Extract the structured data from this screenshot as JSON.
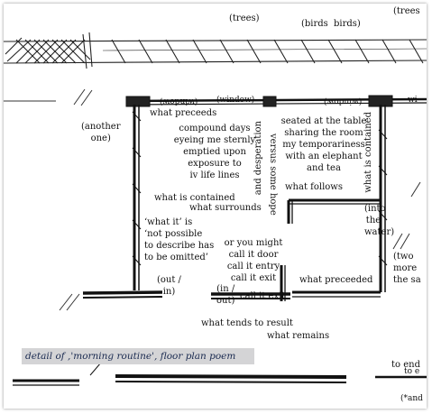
{
  "top_labels": {
    "trees": "(trees)",
    "birds": "(birds",
    "birds_close": "birds)",
    "trees_right": "(trees"
  },
  "windows": {
    "left": "(window)",
    "middle": "(window)",
    "right": "(window)",
    "edge": "wi"
  },
  "left_room": {
    "another": "(another\none)"
  },
  "phrases": {
    "what_preceeds": "what preceeds",
    "stanza1": "compound days\neyeing me sternly\nemptied upon\nexposure to\niv life lines",
    "vertical": "versus some hope",
    "vertical2": "and desperation",
    "stanza2": "seated at the table\nsharing the room\nmy temporariness\nwith an elephant\nand tea",
    "what_is_contained_vertical": "what is contained",
    "what_follows": "what follows",
    "what_is_contained": "what is contained",
    "what_surrounds": "what surrounds",
    "what_it_is": "‘what it’ is\n‘not possible\nto describe has\nto be omitted’",
    "door_text": "or you might\ncall it door\ncall it entry\ncall it exit",
    "call_it_exit2": "call it exit",
    "what_preceeded": "what preceeded",
    "into_water": "(into\nthe\nwater)",
    "two_more": "(two\nmore\nthe sa",
    "out_in": "(out /\nin)",
    "in_out": "(in /\nout)",
    "tends": "what tends to result",
    "remains": "what remains",
    "to_end": "to end",
    "to_e2": "to e",
    "and": "(*and"
  },
  "caption": "detail of ,'morning routine', floor plan poem"
}
